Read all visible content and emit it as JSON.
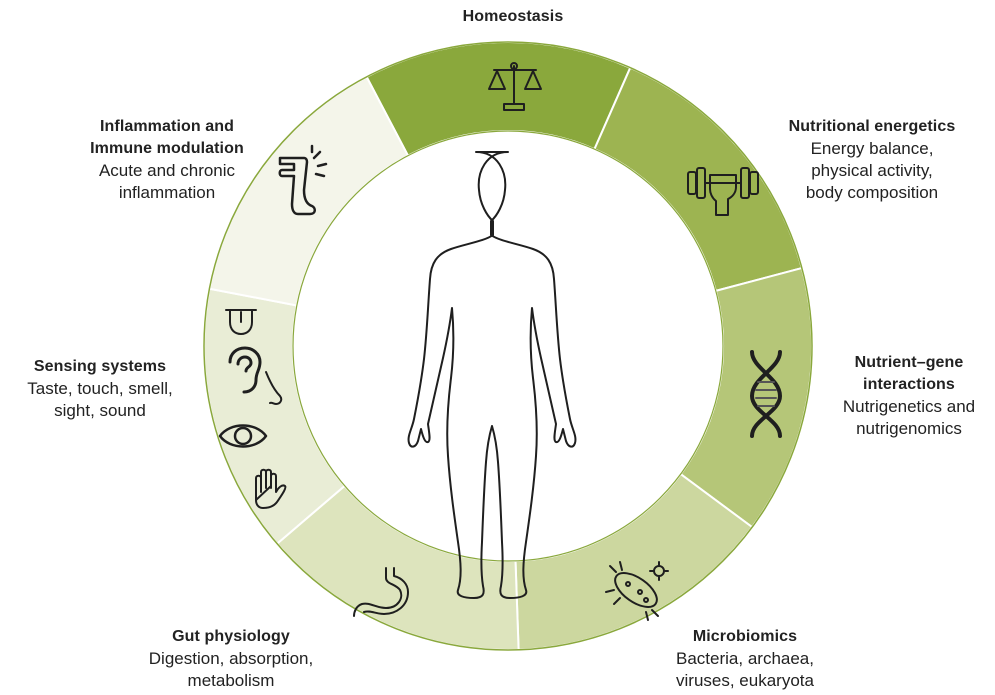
{
  "segments": [
    {
      "id": "homeostasis",
      "title": "Homeostasis",
      "subtitle_lines": [],
      "color": "#8aa83c",
      "icon": "scales-icon"
    },
    {
      "id": "nutritional-energetics",
      "title": "Nutritional energetics",
      "subtitle_lines": [
        "Energy balance,",
        "physical activity,",
        "body composition"
      ],
      "color": "#9db451",
      "icon": "dumbbell-fist-icon"
    },
    {
      "id": "nutrient-gene",
      "title_lines": [
        "Nutrient–gene",
        "interactions"
      ],
      "subtitle_lines": [
        "Nutrigenetics and",
        "nutrigenomics"
      ],
      "color": "#b5c678",
      "icon": "dna-icon"
    },
    {
      "id": "microbiomics",
      "title": "Microbiomics",
      "subtitle_lines": [
        "Bacteria, archaea,",
        "viruses, eukaryota"
      ],
      "color": "#ccd79f",
      "icon": "bacteria-icon"
    },
    {
      "id": "gut-physiology",
      "title": "Gut physiology",
      "subtitle_lines": [
        "Digestion, absorption,",
        "metabolism"
      ],
      "color": "#dde4bd",
      "icon": "stomach-icon"
    },
    {
      "id": "sensing-systems",
      "title": "Sensing systems",
      "subtitle_lines": [
        "Taste, touch, smell,",
        "sight, sound"
      ],
      "color": "#e9edd6",
      "icon": "senses-icon"
    },
    {
      "id": "inflammation",
      "title_lines": [
        "Inflammation and",
        "Immune modulation"
      ],
      "subtitle_lines": [
        "Acute and chronic",
        "inflammation"
      ],
      "color": "#f4f5ea",
      "icon": "painful-leg-icon"
    }
  ],
  "ring_stroke": "#8aa83c",
  "center_icon": "human-body-icon"
}
